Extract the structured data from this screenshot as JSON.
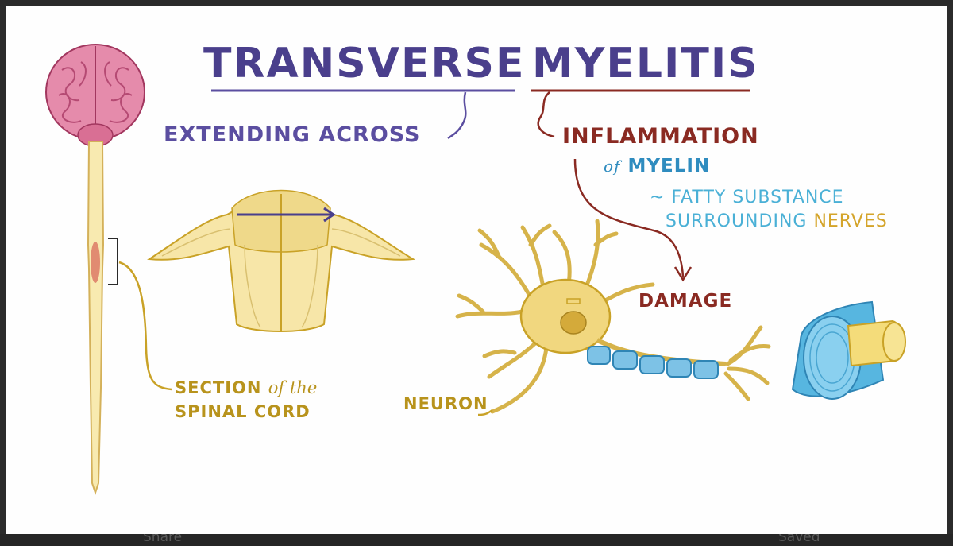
{
  "title": {
    "word1": "TRANSVERSE",
    "word2": "MYELITIS"
  },
  "annotations": {
    "extending_across": "EXTENDING ACROSS",
    "inflammation": "INFLAMMATION",
    "of_myelin_of": "of",
    "of_myelin_word": "MYELIN",
    "fatty_line1": "~ FATTY SUBSTANCE",
    "fatty_line2_a": "SURROUNDING",
    "fatty_line2_b": "NERVES",
    "damage": "DAMAGE",
    "section_line1_a": "SECTION",
    "section_line1_b": "of the",
    "section_line2": "SPINAL CORD",
    "neuron": "NEURON"
  },
  "bottom_bar": {
    "left_label": "Share",
    "right_label": "Saved"
  },
  "colors": {
    "purple": "#4a3f8c",
    "dark_red": "#8a2a22",
    "myelin_blue": "#3a9cc4",
    "gold": "#c9a227",
    "brain_pink": "#e38aa8",
    "cord_yellow": "#f6e7a8"
  }
}
